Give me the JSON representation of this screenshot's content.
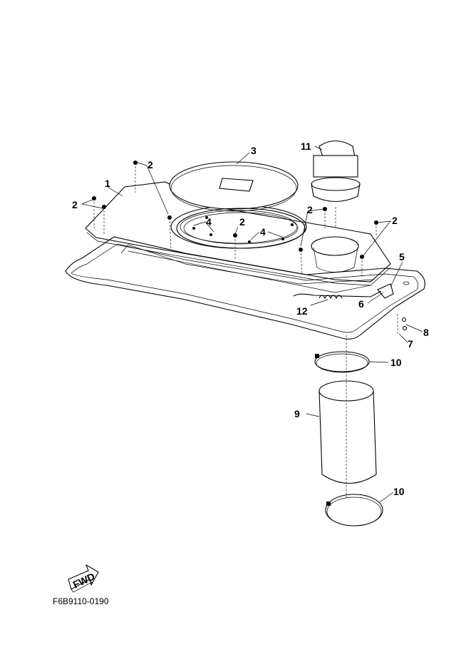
{
  "diagram": {
    "callouts": {
      "c1": "1",
      "c2a": "2",
      "c2b": "2",
      "c2c": "2",
      "c2d": "2",
      "c2e": "2",
      "c3": "3",
      "c4a": "4",
      "c4b": "4",
      "c5": "5",
      "c6": "6",
      "c7": "7",
      "c8": "8",
      "c9": "9",
      "c10a": "10",
      "c10b": "10",
      "c11": "11",
      "c12": "12"
    },
    "fwd_label": "FWD",
    "figure_code": "F6B9110-0190"
  }
}
